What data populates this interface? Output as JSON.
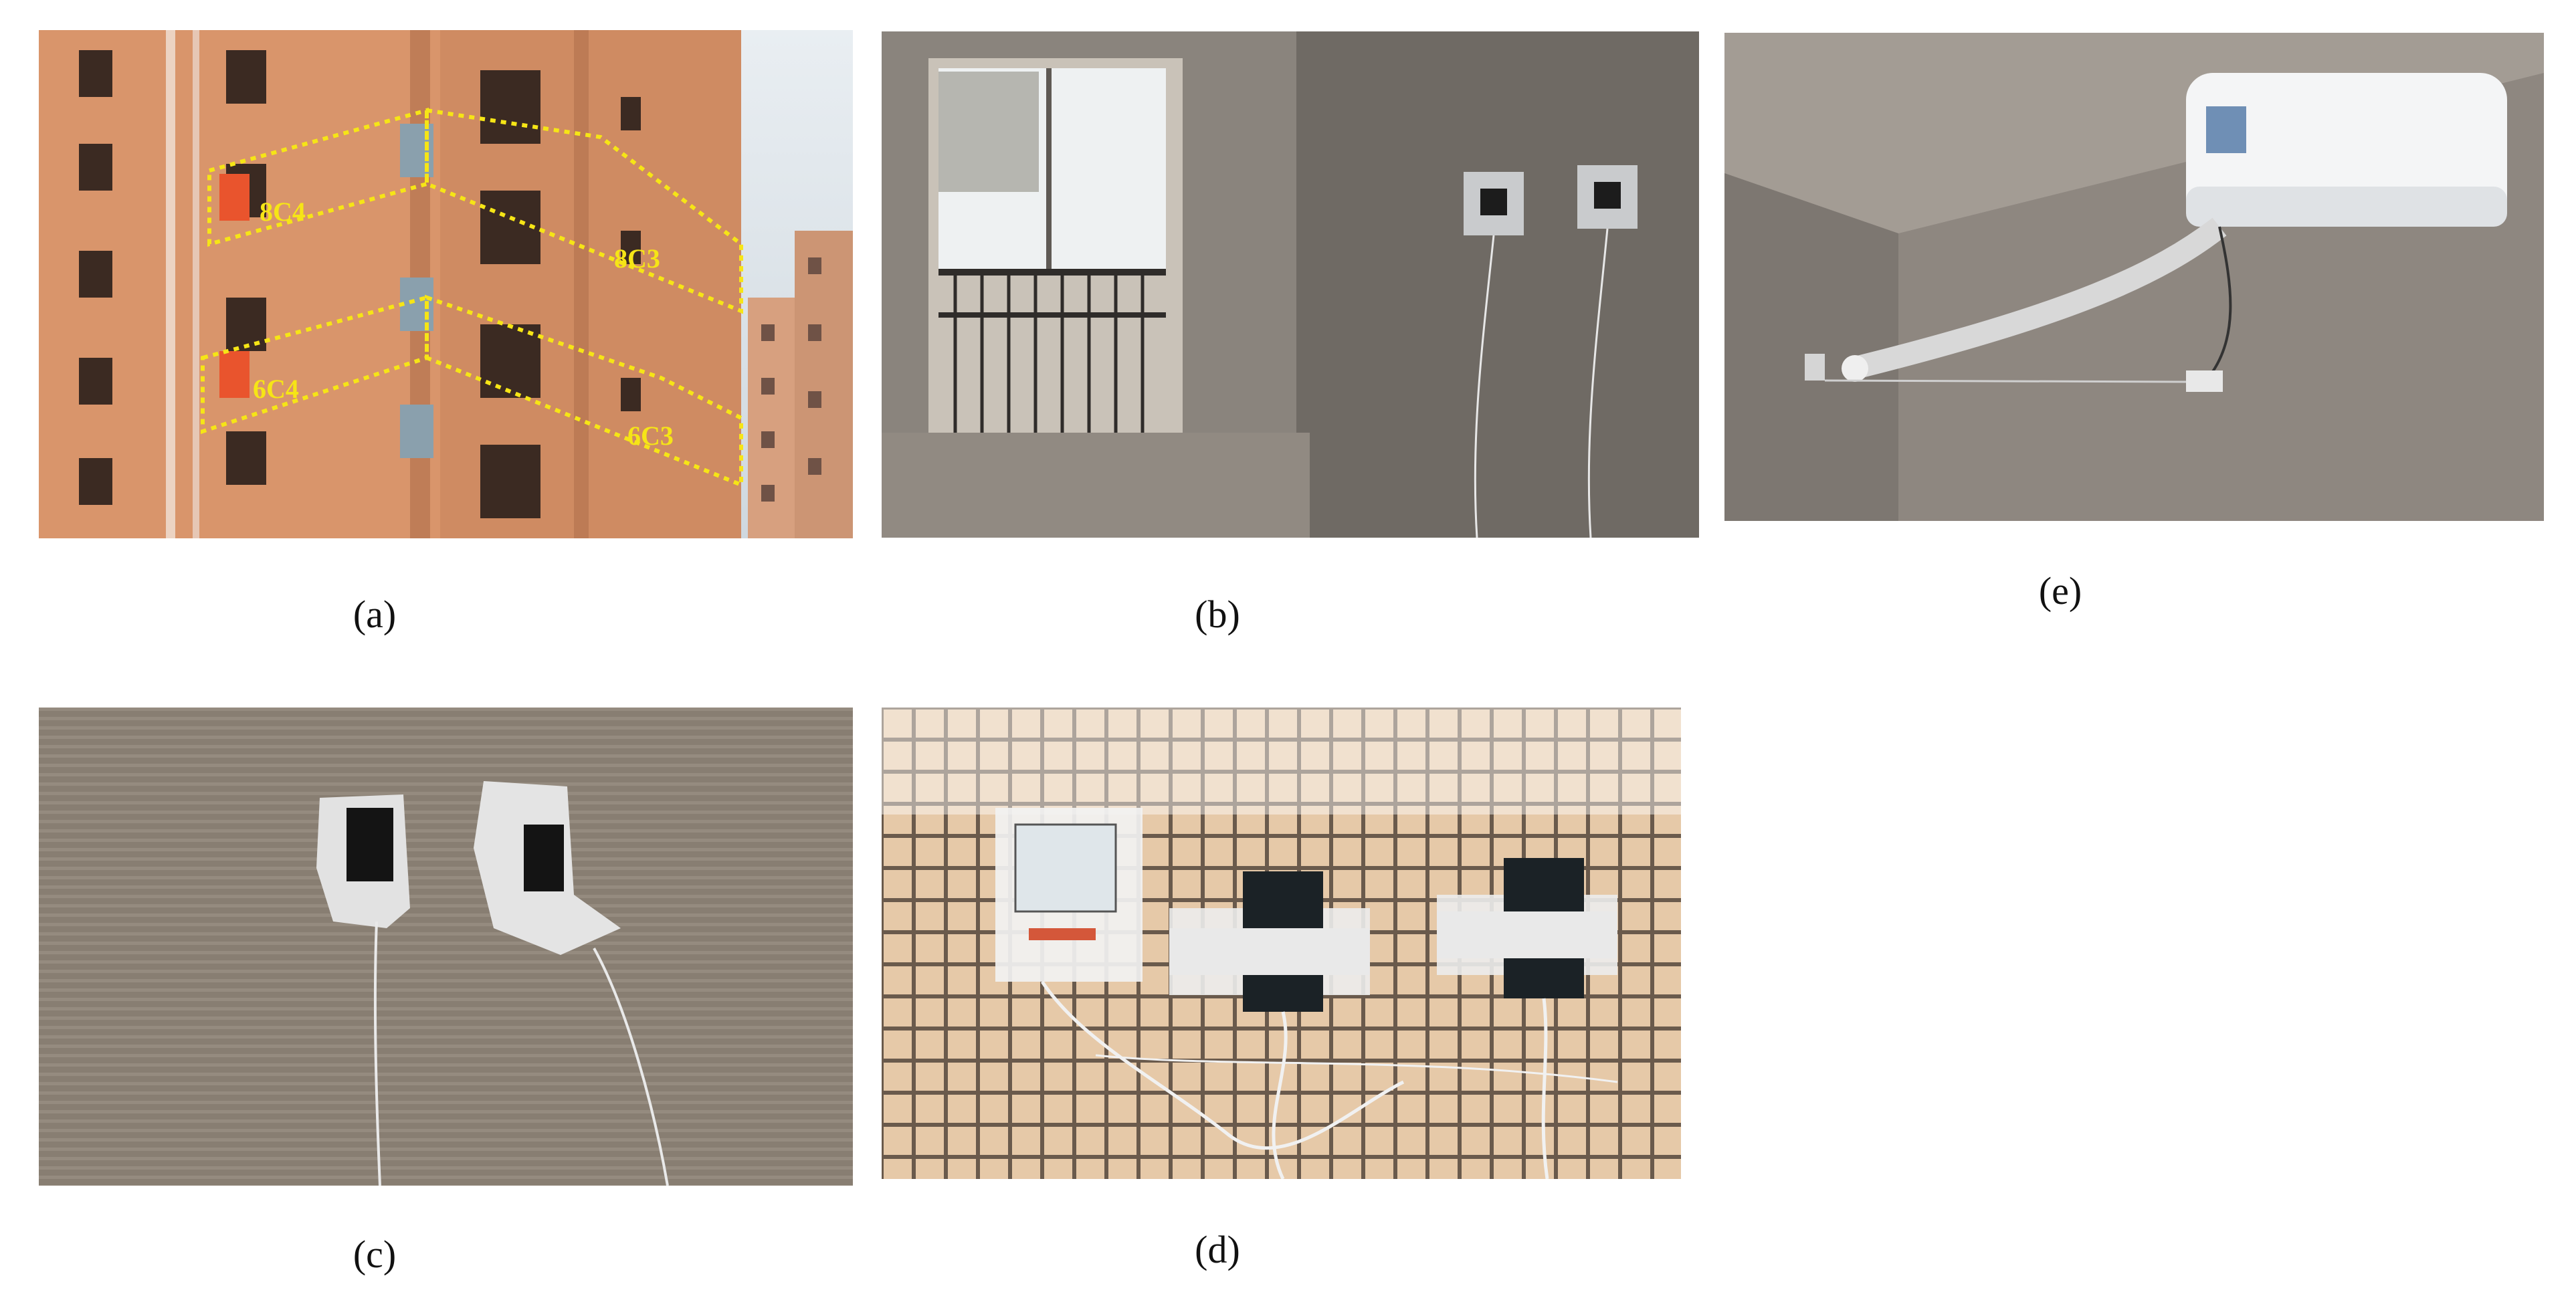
{
  "panels": {
    "a": {
      "caption": "(a)",
      "labels": [
        "8C4",
        "8C3",
        "6C4",
        "6C3"
      ]
    },
    "b": {
      "caption": "(b)"
    },
    "c": {
      "caption": "(c)"
    },
    "d": {
      "caption": "(d)"
    },
    "e": {
      "caption": "(e)"
    }
  },
  "colors": {
    "annotation": "#f6e516",
    "facade": "#d9956b",
    "concrete": "#8b847c",
    "tile": "#e6c9a8"
  }
}
